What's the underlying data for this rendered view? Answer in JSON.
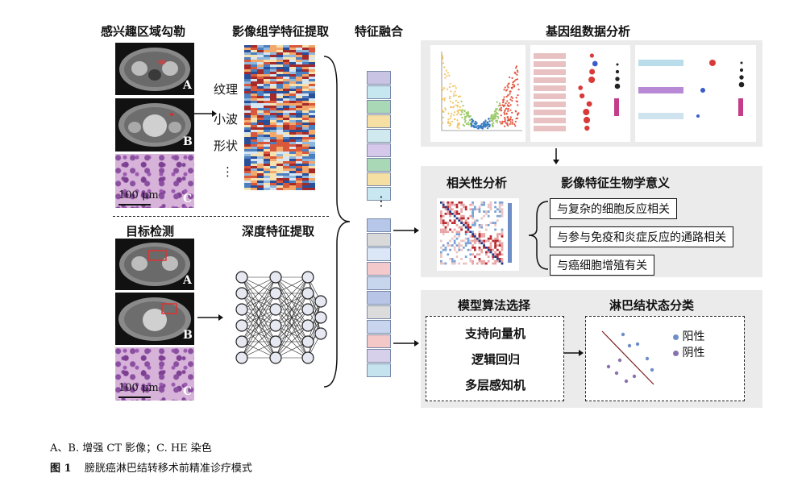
{
  "headers": {
    "roi": "感兴趣区域勾勒",
    "radiomics": "影像组学特征提取",
    "fusion": "特征融合",
    "genomics": "基因组数据分析",
    "detection": "目标检测",
    "deep": "深度特征提取"
  },
  "image_labels": {
    "a": "A",
    "b": "B",
    "c": "C",
    "scale": "100 μm"
  },
  "radiomics_features": [
    "纹理",
    "小波",
    "形状",
    "⋮"
  ],
  "fusion_ellipsis": "⋮",
  "correlation": {
    "title": "相关性分析",
    "bio_title": "影像特征生物学意义",
    "items": [
      "与复杂的细胞反应相关",
      "与参与免疫和炎症反应的通路相关",
      "与癌细胞增殖有关"
    ]
  },
  "model": {
    "title": "模型算法选择",
    "items": [
      "支持向量机",
      "逻辑回归",
      "多层感知机"
    ]
  },
  "classification": {
    "title": "淋巴结状态分类",
    "legend": [
      {
        "label": "阳性",
        "color": "#6d8fc9"
      },
      {
        "label": "阴性",
        "color": "#8a72b0"
      }
    ]
  },
  "captions": {
    "line1": "A、B. 增强 CT 影像；C. HE 染色",
    "fig_no": "图 1",
    "line2": "膀胱癌淋巴结转移术前精准诊疗模式"
  },
  "fusion_colors": [
    "#c9c3e4",
    "#c6e6f0",
    "#a9d8b6",
    "#f6dfa3",
    "#cfe9ef",
    "#d6c8ea",
    "#a9d8b6",
    "#f6dfa3",
    "#c9e7f1",
    "#b7c7ea",
    "#d9d9d9",
    "#dbe7f6",
    "#f3c9cc",
    "#c7d6ec",
    "#b9c5e6",
    "#dcdcdc",
    "#c9d5ee",
    "#f4c8c6",
    "#d6d0ea",
    "#c5e3ef"
  ]
}
